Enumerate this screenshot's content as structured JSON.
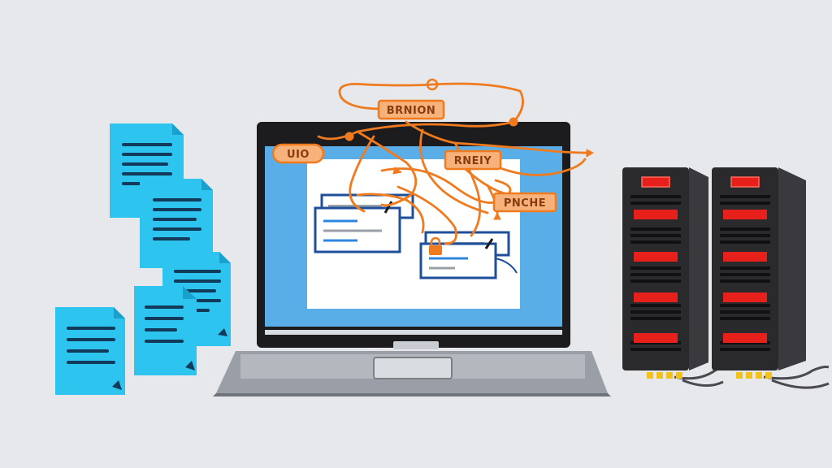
{
  "colors": {
    "background": "#e6e8ec",
    "document": "#2ec4f0",
    "document_lines": "#123a5a",
    "laptop_body": "#1c1c1e",
    "laptop_screen": "#5aaee8",
    "laptop_base": "#9a9ea6",
    "accent_orange": "#f07a1e",
    "tag_fill": "#f6b27a",
    "window_border": "#1f4f9a",
    "server_body": "#2a2a2c",
    "server_light": "#e8201c",
    "server_connector": "#f2c21a"
  },
  "tags": {
    "tag_1": "UIO",
    "tag_2": "BRNION",
    "tag_3": "RNEIY",
    "tag_4": "PNCHE"
  },
  "icons": {
    "documents": "document-icon",
    "laptop": "laptop-icon",
    "servers": "server-rack-icon",
    "lock": "lock-icon"
  }
}
